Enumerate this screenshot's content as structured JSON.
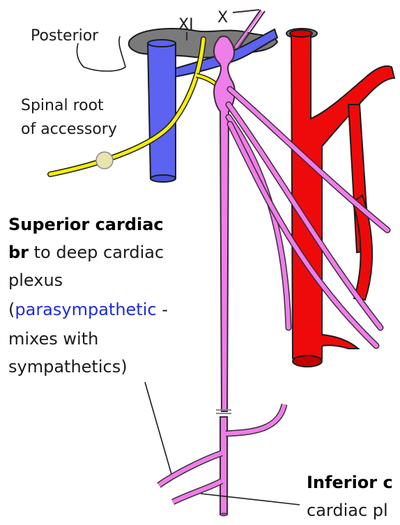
{
  "labels": {
    "cranial_nerve_11": "XI",
    "cranial_nerve_10": "X",
    "posterior": "Posterior",
    "spinal_root_line1": "Spinal root",
    "spinal_root_line2": "of accessory",
    "superior_cardiac_bold1": "Superior cardiac",
    "superior_cardiac_bold2": "br",
    "superior_cardiac_rest2": " to deep cardiac",
    "superior_cardiac_line3": "plexus",
    "paren_open": "(",
    "parasympathetic": "parasympathetic",
    "dash": " -",
    "mixes_with": "mixes with",
    "sympathetics": "sympathetics)",
    "inferior_bold": "Inferior c",
    "cardiac_pl": "cardiac pl"
  },
  "colors": {
    "vagus_nerve": "#ee7ee8",
    "vagus_outline": "#3a2a3a",
    "accessory_nerve": "#f5f000",
    "vein": "#5b63f0",
    "artery": "#ee0a0a",
    "skull_base": "#7a7a7a",
    "ganglion": "#e8e4b0",
    "link_blue": "#1f2bdc",
    "text": "#1a1a1a"
  }
}
